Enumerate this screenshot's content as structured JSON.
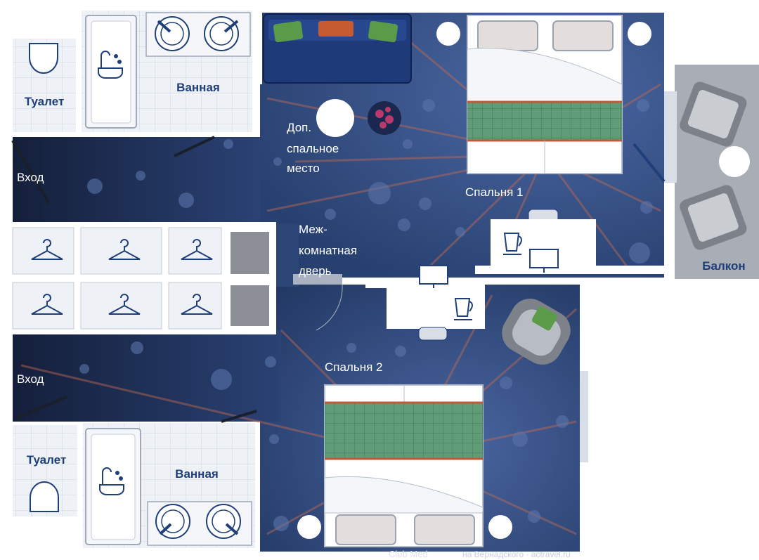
{
  "labels": {
    "toilet_top": "Туалет",
    "bath_top": "Ванная",
    "extra_bed_1": "Доп.",
    "extra_bed_2": "спальное",
    "extra_bed_3": "место",
    "entrance_top": "Вход",
    "bedroom1": "Спальня 1",
    "interior_door_1": "Меж-",
    "interior_door_2": "комнатная",
    "interior_door_3": "дверь",
    "balcony": "Балкон",
    "entrance_bottom": "Вход",
    "bedroom2": "Спальня 2",
    "toilet_bottom": "Туалет",
    "bath_bottom": "Ванная"
  },
  "watermark": {
    "brand": "Club Med",
    "text": "на Вернадского · actravel.ru"
  },
  "colors": {
    "floor": "#2e4a80",
    "floor_dark": "#1c2c4f",
    "wall": "#ffffff",
    "tile": "#e8ecf2",
    "blanket": "#5c9a74",
    "blanket_edge": "#c05a3a",
    "balcony": "#a8adb6",
    "accent": "#1f3f7a"
  }
}
